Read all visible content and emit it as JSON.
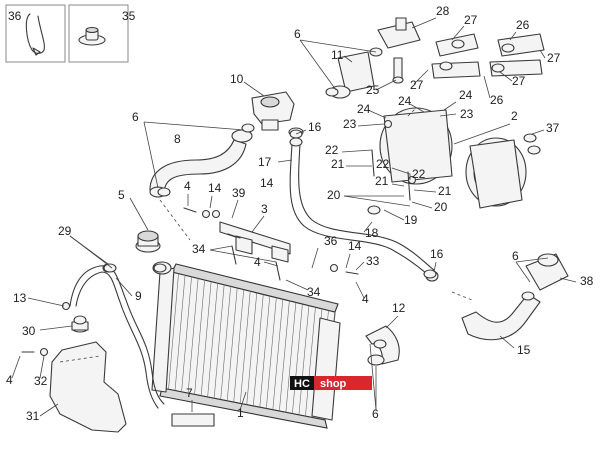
{
  "watermark": {
    "brand": "HC",
    "suffix": "shop",
    "brand_color": "#111111",
    "suffix_color": "#d9272e"
  },
  "labels": {
    "l36a": "36",
    "l35": "35",
    "l28": "28",
    "l27a": "27",
    "l26a": "26",
    "l27b": "27",
    "l6a": "6",
    "l11": "11",
    "l25": "25",
    "l27c": "27",
    "l26b": "26",
    "l27d": "27",
    "l10": "10",
    "l24a": "24",
    "l24b": "24",
    "l24c": "24",
    "l23a": "23",
    "l23b": "23",
    "l2": "2",
    "l37": "37",
    "l6b": "6",
    "l16a": "16",
    "l8": "8",
    "l17": "17",
    "l14a": "14",
    "l22a": "22",
    "l21a": "21",
    "l22b": "22",
    "l22c": "22",
    "l21b": "21",
    "l21c": "21",
    "l20a": "20",
    "l20b": "20",
    "l19": "19",
    "l18": "18",
    "l5": "5",
    "l4a": "4",
    "l14b": "14",
    "l39": "39",
    "l3": "3",
    "l29": "29",
    "l34a": "34",
    "l4b": "4",
    "l36b": "36",
    "l14c": "14",
    "l33": "33",
    "l16b": "16",
    "l6c": "6",
    "l38": "38",
    "l9": "9",
    "l34b": "34",
    "l4c": "4",
    "l13": "13",
    "l12": "12",
    "l30": "30",
    "l15": "15",
    "l4d": "4",
    "l32": "32",
    "l7": "7",
    "l1": "1",
    "l6d": "6",
    "l31": "31"
  }
}
